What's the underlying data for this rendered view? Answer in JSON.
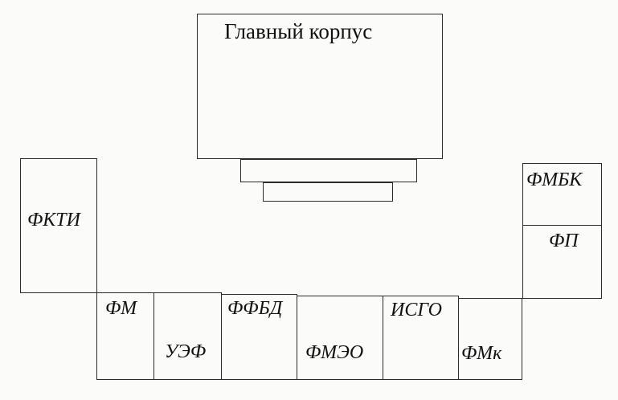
{
  "diagram": {
    "main_building": {
      "label": "Главный корпус"
    },
    "blocks": {
      "fkti": {
        "label": "ФКТИ"
      },
      "fmbk": {
        "label": "ФМБК"
      },
      "fp": {
        "label": "ФП"
      },
      "fm": {
        "label": "ФМ"
      },
      "uef": {
        "label": "УЭФ"
      },
      "ffbd": {
        "label": "ФФБД"
      },
      "fmeo": {
        "label": "ФМЭО"
      },
      "isgo": {
        "label": "ИСГО"
      },
      "fmk": {
        "label": "ФМк"
      }
    }
  }
}
